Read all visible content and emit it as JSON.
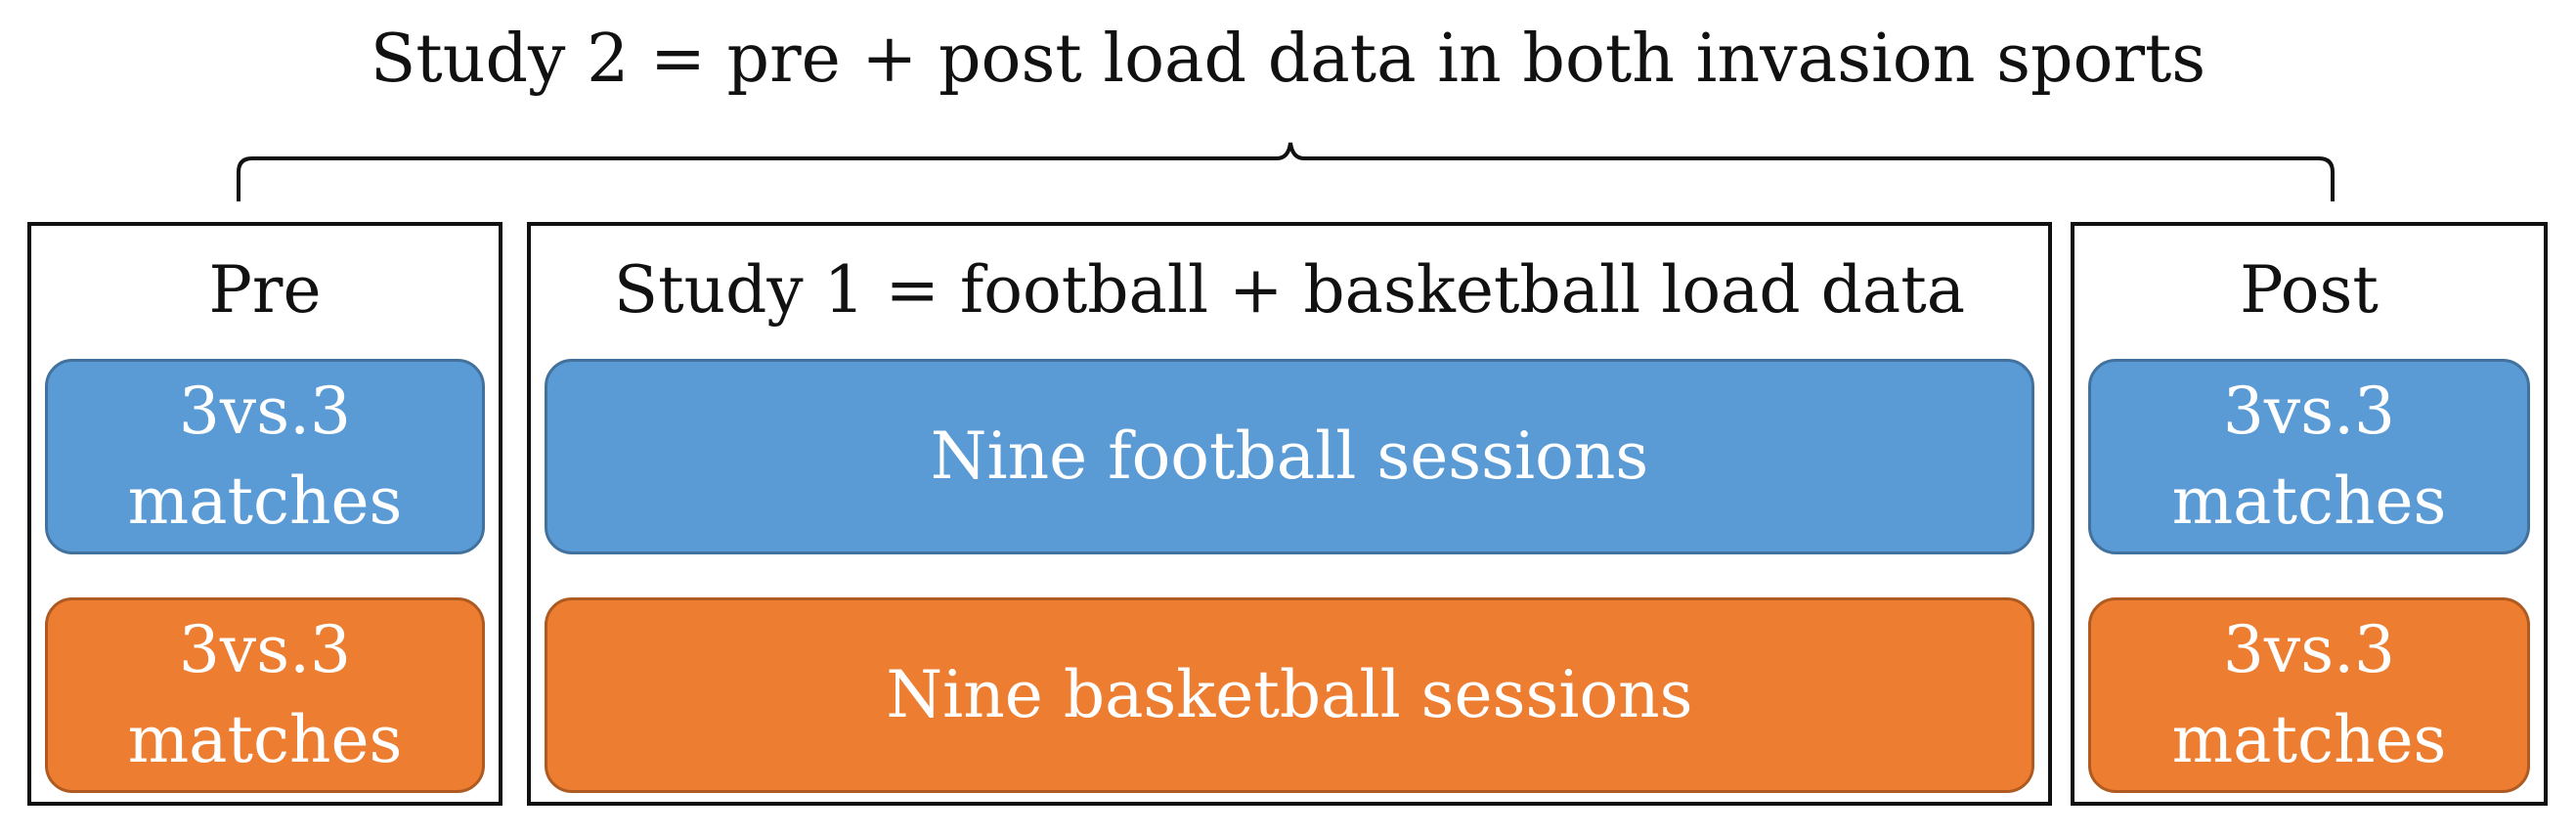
{
  "title": "Study 2 = pre + post load data in both invasion sports",
  "colors": {
    "blue_box": "#5b9bd5",
    "orange_box": "#ed7d31",
    "border": "#111111"
  },
  "panels": {
    "pre": {
      "title": "Pre",
      "blue_line1": "3vs.3",
      "blue_line2": "matches",
      "orange_line1": "3vs.3",
      "orange_line2": "matches"
    },
    "study1": {
      "title": "Study 1 = football + basketball load data",
      "blue_label": "Nine football sessions",
      "orange_label": "Nine basketball sessions"
    },
    "post": {
      "title": "Post",
      "blue_line1": "3vs.3",
      "blue_line2": "matches",
      "orange_line1": "3vs.3",
      "orange_line2": "matches"
    }
  }
}
